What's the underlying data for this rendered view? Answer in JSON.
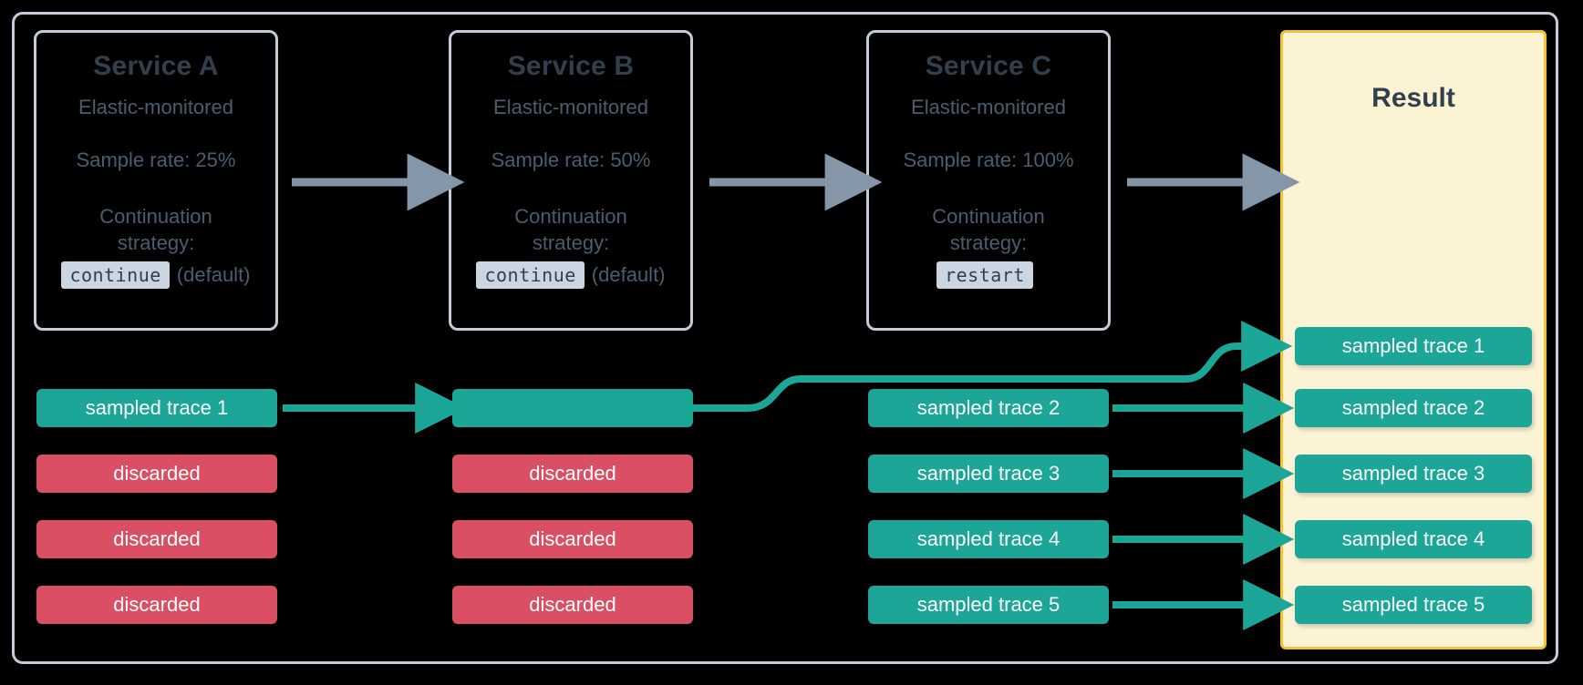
{
  "diagram": {
    "title_hidden": "Elastic APM distributed tracing sampling continuation strategy",
    "colors": {
      "background": "#000000",
      "frame_border": "#c3ccd8",
      "service_text": "#4b5d6e",
      "service_title": "#32404e",
      "sampled": "#1ba697",
      "discarded": "#da4f63",
      "result_fill": "#fcf3d4",
      "result_border": "#f5c231",
      "gray_arrow": "#8596a8",
      "code_badge_bg": "#ccd6e0"
    }
  },
  "services": [
    {
      "id": "service-a",
      "title": "Service A",
      "subtitle": "Elastic-monitored",
      "sample_rate": "Sample rate: 25%",
      "strategy_label": "Continuation strategy:",
      "strategy_value": "continue",
      "strategy_note": "(default)"
    },
    {
      "id": "service-b",
      "title": "Service B",
      "subtitle": "Elastic-monitored",
      "sample_rate": "Sample rate: 50%",
      "strategy_label": "Continuation strategy:",
      "strategy_value": "continue",
      "strategy_note": "(default)"
    },
    {
      "id": "service-c",
      "title": "Service C",
      "subtitle": "Elastic-monitored",
      "sample_rate": "Sample rate: 100%",
      "strategy_label": "Continuation strategy:",
      "strategy_value": "restart",
      "strategy_note": ""
    }
  ],
  "result": {
    "title": "Result"
  },
  "columns": {
    "service_a_traces": [
      {
        "label": "sampled trace 1",
        "state": "sampled"
      },
      {
        "label": "discarded",
        "state": "discarded"
      },
      {
        "label": "discarded",
        "state": "discarded"
      },
      {
        "label": "discarded",
        "state": "discarded"
      }
    ],
    "service_b_traces": [
      {
        "label": "",
        "state": "sampled"
      },
      {
        "label": "discarded",
        "state": "discarded"
      },
      {
        "label": "discarded",
        "state": "discarded"
      },
      {
        "label": "discarded",
        "state": "discarded"
      }
    ],
    "service_c_traces": [
      {
        "label": "sampled trace 2",
        "state": "sampled"
      },
      {
        "label": "sampled trace 3",
        "state": "sampled"
      },
      {
        "label": "sampled trace 4",
        "state": "sampled"
      },
      {
        "label": "sampled trace 5",
        "state": "sampled"
      }
    ],
    "result_traces": [
      {
        "label": "sampled trace 1",
        "state": "sampled"
      },
      {
        "label": "sampled trace 2",
        "state": "sampled"
      },
      {
        "label": "sampled trace 3",
        "state": "sampled"
      },
      {
        "label": "sampled trace 4",
        "state": "sampled"
      },
      {
        "label": "sampled trace 5",
        "state": "sampled"
      }
    ]
  }
}
